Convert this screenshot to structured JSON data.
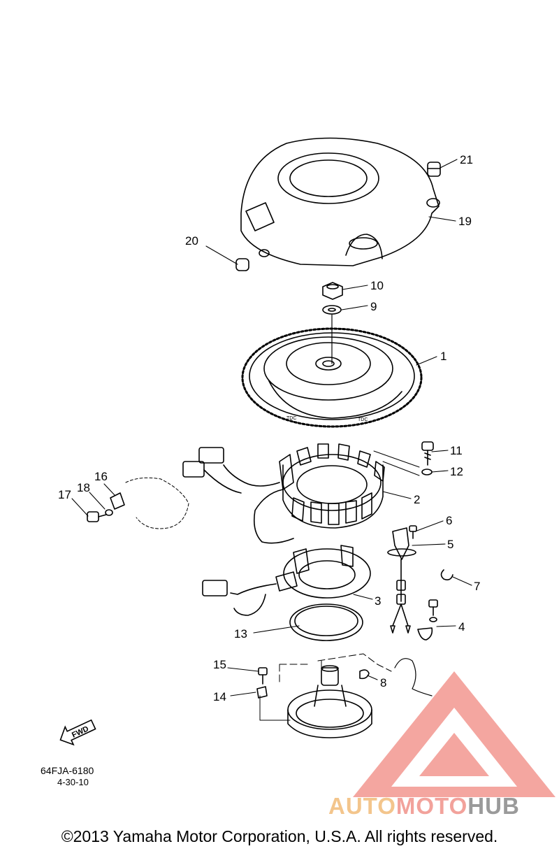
{
  "labels": [
    "1",
    "2",
    "3",
    "4",
    "5",
    "6",
    "7",
    "8",
    "9",
    "10",
    "11",
    "12",
    "13",
    "14",
    "15",
    "16",
    "17",
    "18",
    "19",
    "20",
    "21"
  ],
  "diagram_code": "64FJA-6180",
  "diagram_date": "4-30-10",
  "fwd_label": "FWD",
  "flywheel_marks": [
    "TDC",
    "TDC"
  ],
  "copyright": "©2013 Yamaha Motor Corporation, U.S.A. All rights reserved.",
  "logo": {
    "word1": "AUTO",
    "word2": "MOTO",
    "word3": "HUB"
  },
  "colors": {
    "logo_red": "#f4a6a0",
    "logo_orange": "#f3c58c",
    "logo_grey": "#9a9a9a"
  }
}
